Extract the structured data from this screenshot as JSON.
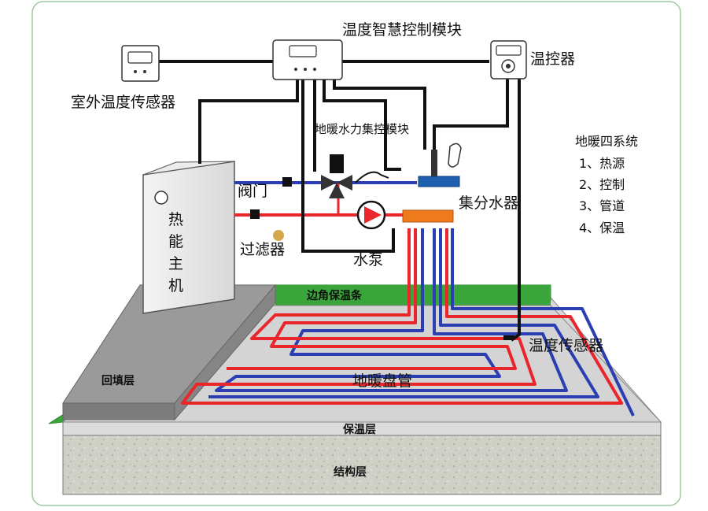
{
  "labels": {
    "outdoor_sensor": "室外温度传感器",
    "smart_module": "温度智慧控制模块",
    "thermostat": "温控器",
    "hydraulic_module": "地暖水力集控模块",
    "valve": "阀门",
    "filter": "过滤器",
    "pump": "水泵",
    "manifold": "集分水器",
    "heat_source": [
      "热",
      "能",
      "主",
      "机"
    ],
    "edge_insulation": "边角保温条",
    "floor_sensor": "温度传感器",
    "floor_pipe": "地暖盘管",
    "backfill_layer": "回填层",
    "insulation_layer": "保温层",
    "structure_layer": "结构层"
  },
  "legend": {
    "title": "地暖四系统",
    "items": [
      "1、热源",
      "2、控制",
      "3、管道",
      "4、保温"
    ]
  },
  "colors": {
    "supply_pipe": "#e8262b",
    "return_pipe": "#2b3fb3",
    "edge_strip": "#3aa53a",
    "manifold_supply": "#ee7a1e",
    "manifold_return": "#1f5fb0",
    "frame_border": "#9fc79f"
  }
}
